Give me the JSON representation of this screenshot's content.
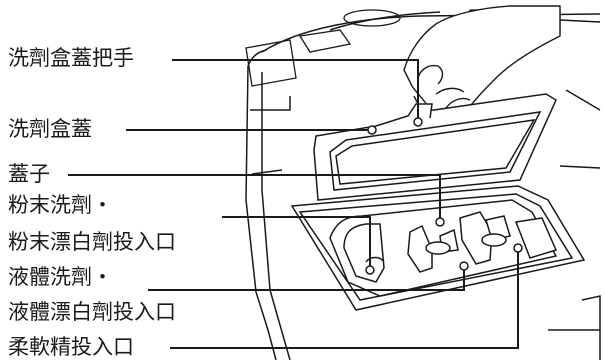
{
  "labels": {
    "lid_handle": "洗劑盒蓋把手",
    "lid": "洗劑盒蓋",
    "cover": "蓋子",
    "powder_1": "粉末洗劑・",
    "powder_2": "粉末漂白劑投入口",
    "liquid_1": "液體洗劑・",
    "liquid_2": "液體漂白劑投入口",
    "softener": "柔軟精投入口"
  },
  "colors": {
    "line": "#1a1a1a",
    "text": "#1a1a1a",
    "background": "#ffffff"
  }
}
